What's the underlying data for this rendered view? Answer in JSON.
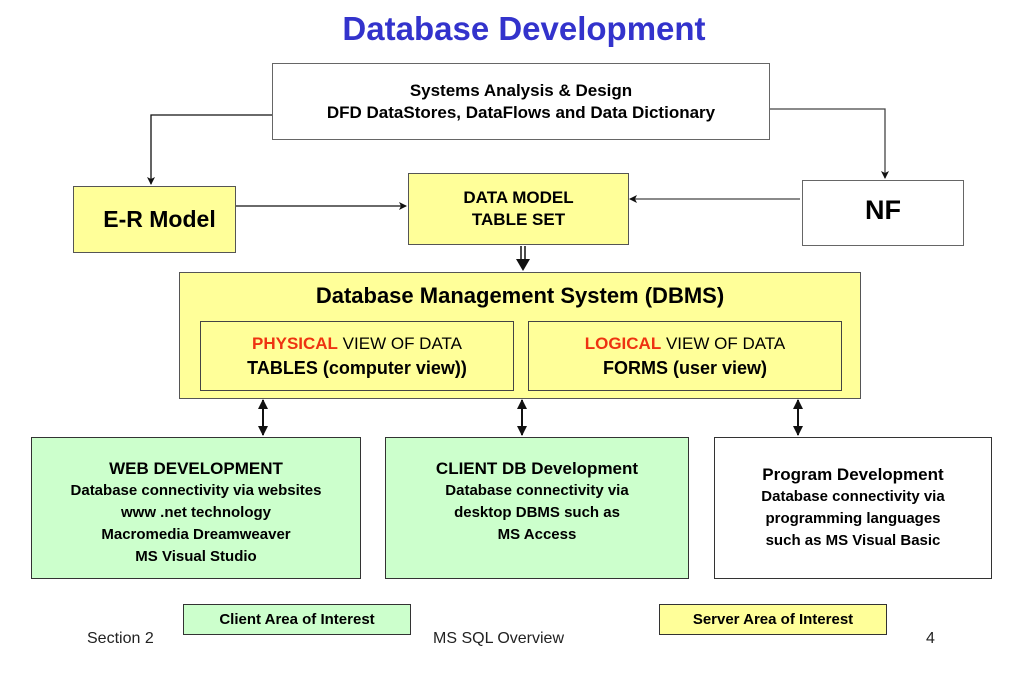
{
  "title": "Database Development",
  "systems_box": {
    "line1": "Systems Analysis & Design",
    "line2": "DFD DataStores, DataFlows and Data Dictionary"
  },
  "er_model": {
    "label": "E-R Model"
  },
  "data_model": {
    "line1": "DATA MODEL",
    "line2": "TABLE SET"
  },
  "nf": {
    "label": "NF"
  },
  "dbms": {
    "title": "Database Management System (DBMS)",
    "physical": {
      "highlight": "PHYSICAL",
      "rest": " VIEW OF DATA",
      "line2": "TABLES (computer view))"
    },
    "logical": {
      "highlight": "LOGICAL",
      "rest": " VIEW OF DATA",
      "line2": "FORMS (user view)"
    }
  },
  "web_dev": {
    "title": "WEB DEVELOPMENT",
    "lines": [
      "Database connectivity via websites",
      "www .net technology",
      "Macromedia Dreamweaver",
      "MS Visual Studio"
    ]
  },
  "client_db": {
    "title": "CLIENT DB Development",
    "lines": [
      "Database connectivity via",
      "desktop DBMS such as",
      "MS Access"
    ]
  },
  "program_dev": {
    "title": "Program Development",
    "lines": [
      "Database connectivity via",
      "programming languages",
      "such as MS Visual Basic"
    ]
  },
  "legend": {
    "client": "Client Area of Interest",
    "server": "Server Area of Interest"
  },
  "footer": {
    "left": "Section 2",
    "center": "MS SQL Overview",
    "page": "4"
  },
  "colors": {
    "title": "#3333cc",
    "server_fill": "#ffff99",
    "client_fill": "#ccffcc",
    "highlight": "#ee3311"
  }
}
